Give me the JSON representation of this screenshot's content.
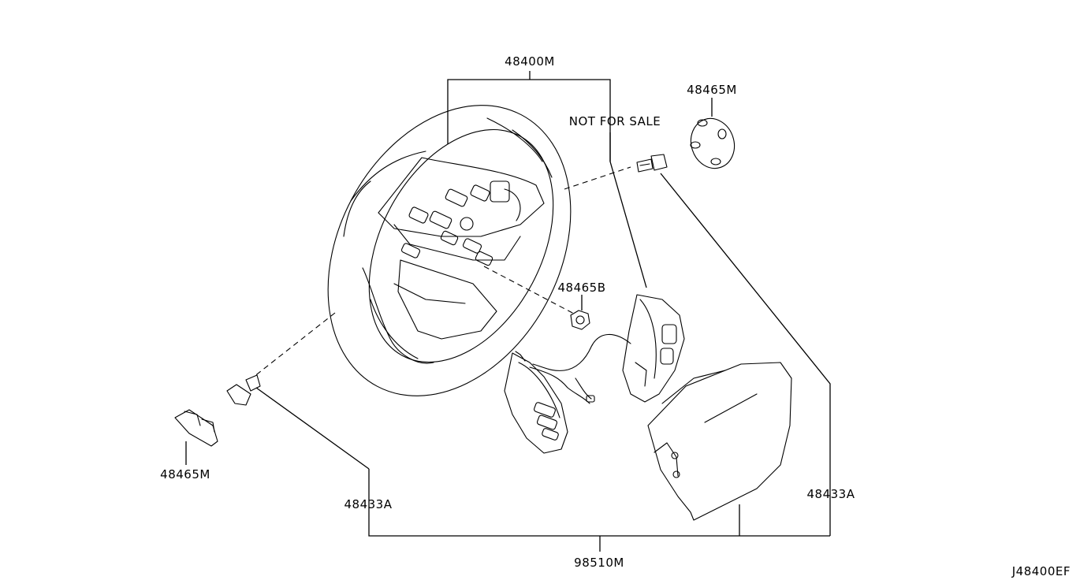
{
  "diagram": {
    "labels": {
      "steering_wheel": "48400M",
      "ornament_top": "48465M",
      "not_for_sale": "NOT FOR SALE",
      "nut": "48465B",
      "switch_left": "48465M",
      "bracket_left": "48433A",
      "bracket_right": "48433A",
      "airbag_module": "98510M",
      "diagram_code": "J48400EF"
    }
  }
}
